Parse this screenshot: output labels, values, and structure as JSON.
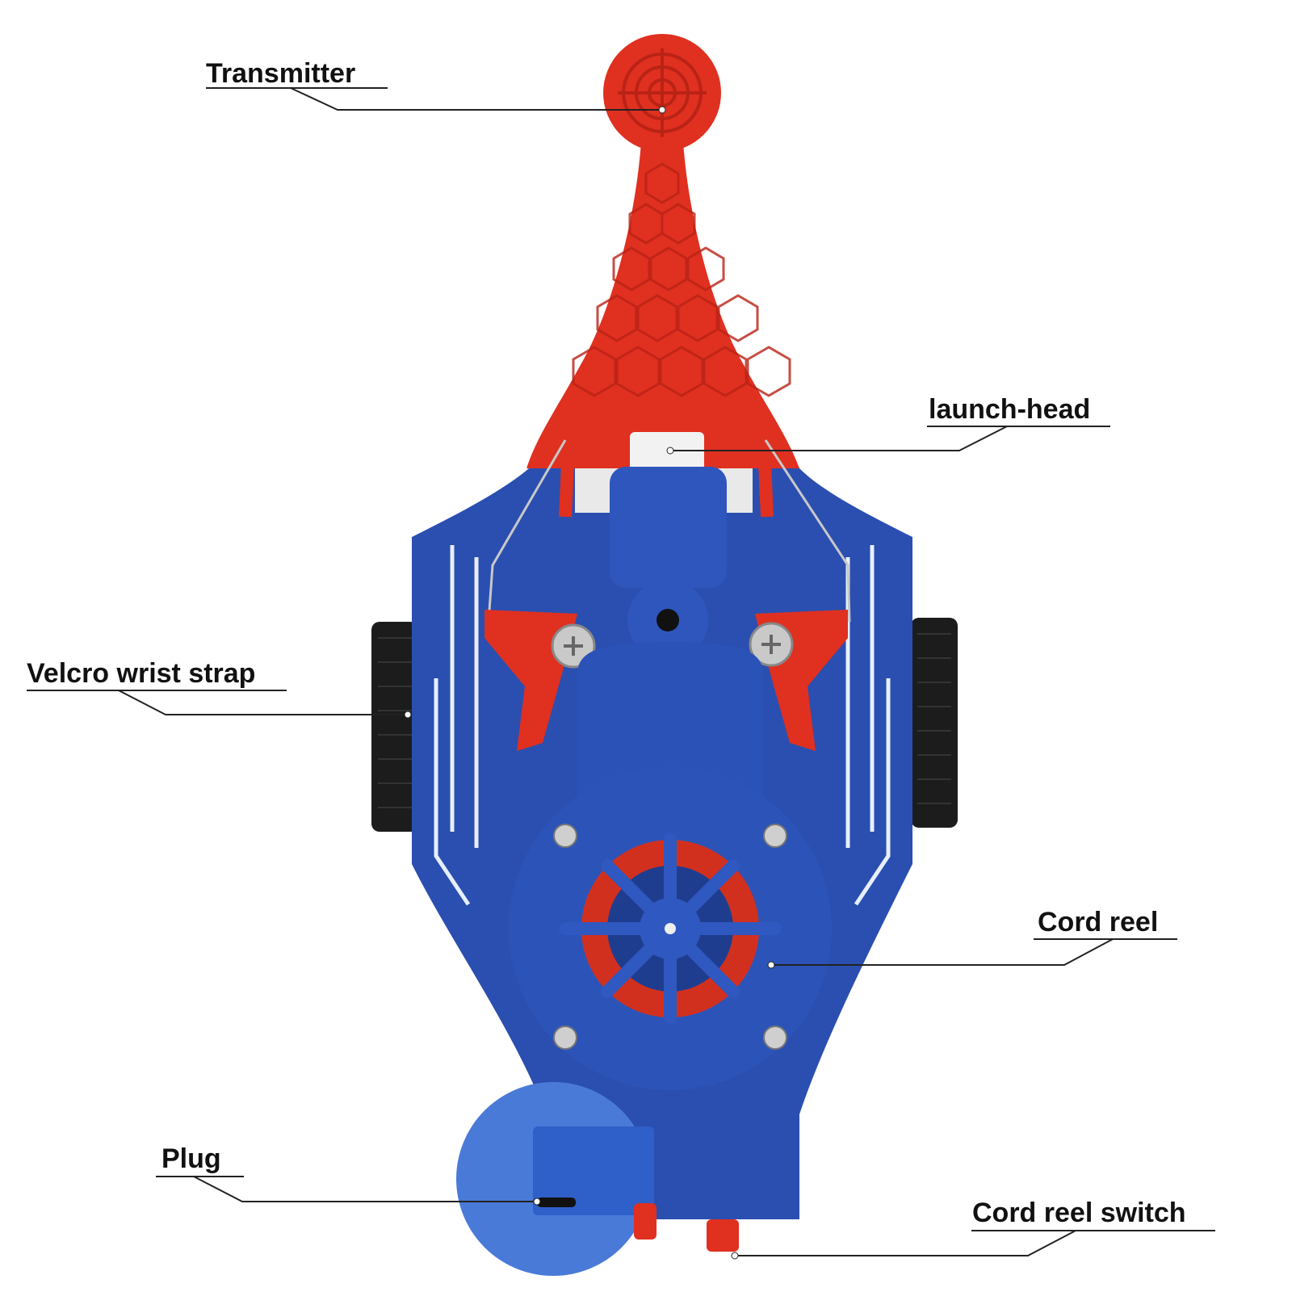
{
  "callouts": {
    "transmitter": "Transmitter",
    "launch_head": "launch-head",
    "velcro_strap": "Velcro wrist strap",
    "cord_reel": "Cord reel",
    "plug": "Plug",
    "cord_reel_switch": "Cord reel switch"
  },
  "colors": {
    "red": "#e03020",
    "blue": "#2a4fb0",
    "blue_dark": "#1f3d8f",
    "strap": "#1c1c1c",
    "background": "#ffffff"
  }
}
